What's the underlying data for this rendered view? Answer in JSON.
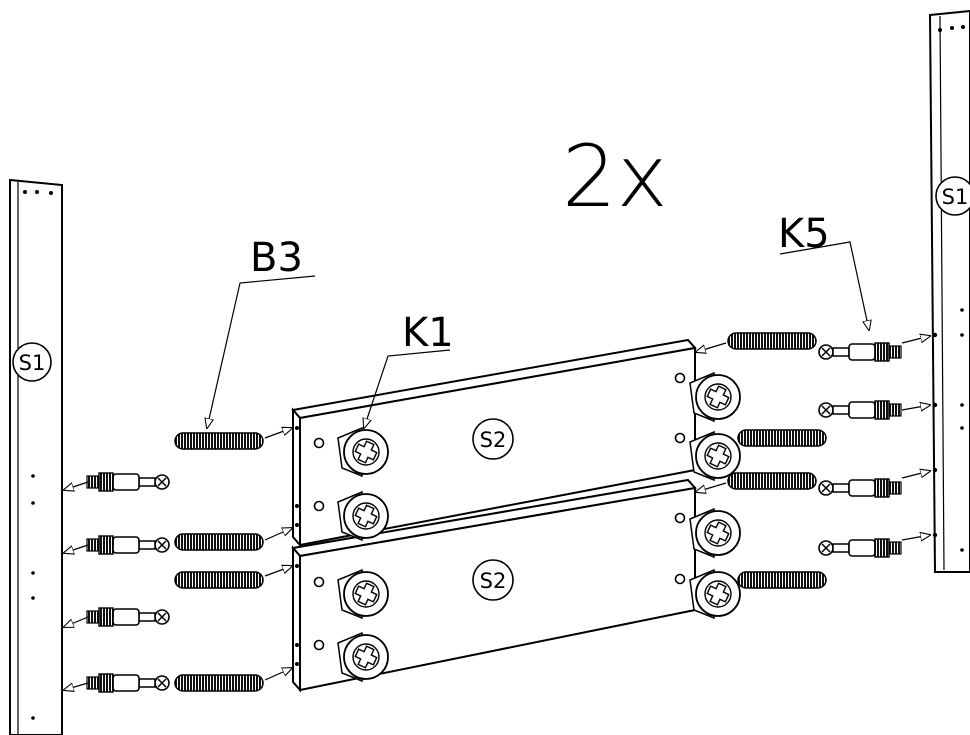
{
  "multiplier": "2x",
  "callouts": {
    "dowel": "B3",
    "cam_lock": "K1",
    "cam_bolt": "K5"
  },
  "panels": {
    "side_left": "S1",
    "side_right": "S1",
    "shelf_top": "S2",
    "shelf_bottom": "S2"
  }
}
